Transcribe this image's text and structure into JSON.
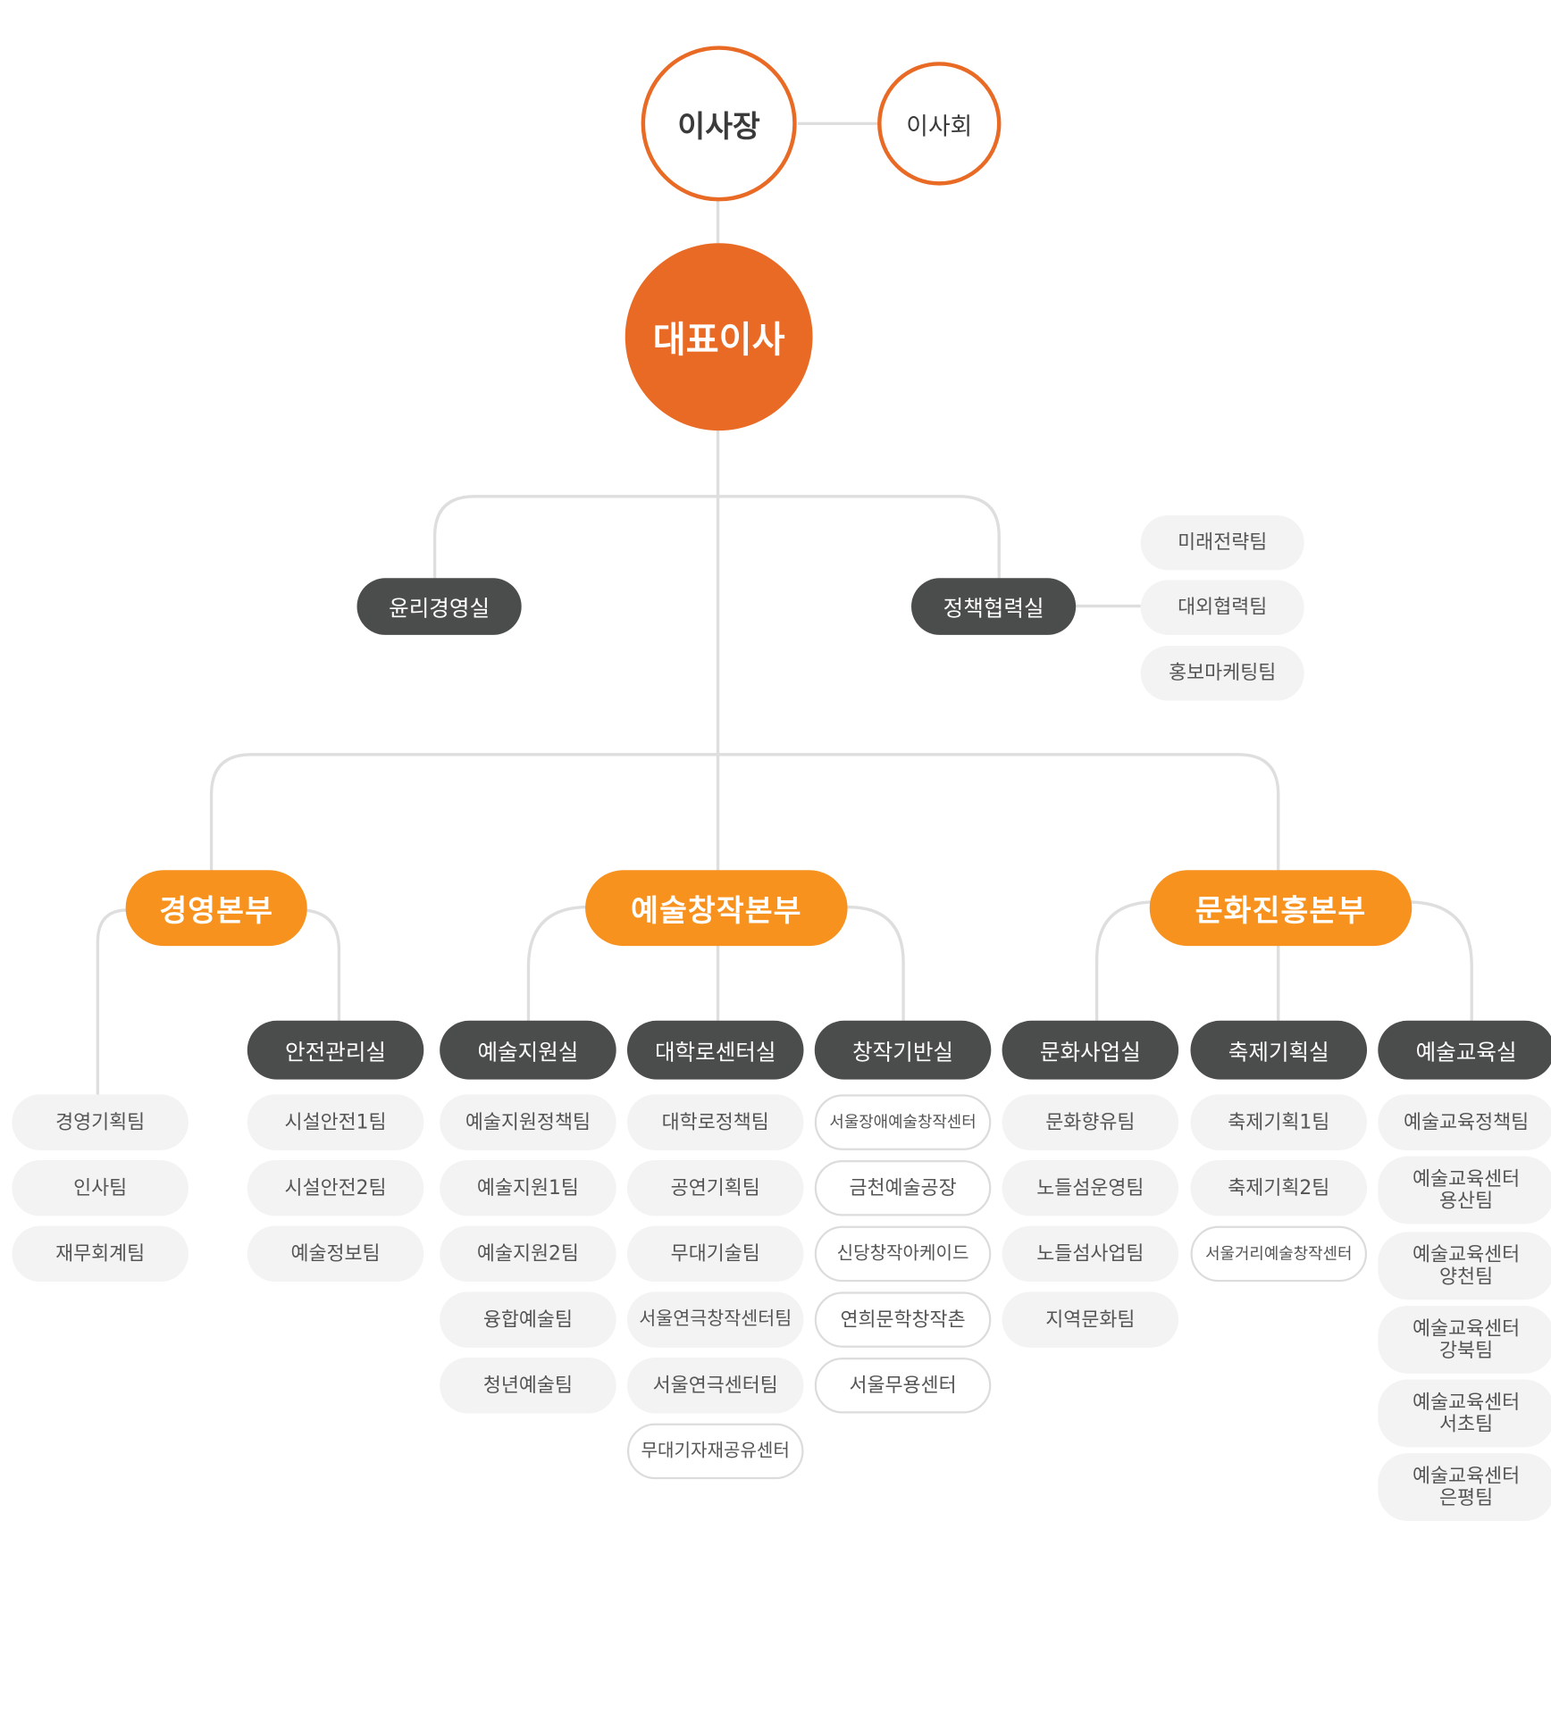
{
  "chairman": "이사장",
  "board": "이사회",
  "ceo": "대표이사",
  "staff_offices": {
    "ethics": "윤리경영실",
    "policy": "정책협력실",
    "policy_teams": [
      "미래전략팀",
      "대외협력팀",
      "홍보마케팅팀"
    ]
  },
  "divisions": [
    {
      "name": "경영본부",
      "direct_teams": [
        "경영기획팀",
        "인사팀",
        "재무회계팀"
      ],
      "offices": [
        {
          "name": "안전관리실",
          "teams": [
            "시설안전1팀",
            "시설안전2팀",
            "예술정보팀"
          ]
        }
      ]
    },
    {
      "name": "예술창작본부",
      "offices": [
        {
          "name": "예술지원실",
          "teams": [
            "예술지원정책팀",
            "예술지원1팀",
            "예술지원2팀",
            "융합예술팀",
            "청년예술팀"
          ]
        },
        {
          "name": "대학로센터실",
          "teams": [
            "대학로정책팀",
            "공연기획팀",
            "무대기술팀",
            "서울연극창작센터팀",
            "서울연극센터팀"
          ],
          "centers": [
            "무대기자재공유센터"
          ]
        },
        {
          "name": "창작기반실",
          "centers": [
            "서울장애예술창작센터",
            "금천예술공장",
            "신당창작아케이드",
            "연희문학창작촌",
            "서울무용센터"
          ]
        }
      ]
    },
    {
      "name": "문화진흥본부",
      "offices": [
        {
          "name": "문화사업실",
          "teams": [
            "문화향유팀",
            "노들섬운영팀",
            "노들섬사업팀",
            "지역문화팀"
          ]
        },
        {
          "name": "축제기획실",
          "teams": [
            "축제기획1팀",
            "축제기획2팀"
          ],
          "centers": [
            "서울거리예술창작센터"
          ]
        },
        {
          "name": "예술교육실",
          "teams": [
            "예술교육정책팀",
            "예술교육센터\n용산팀",
            "예술교육센터\n양천팀",
            "예술교육센터\n강북팀",
            "예술교육센터\n서초팀",
            "예술교육센터\n은평팀"
          ]
        }
      ]
    }
  ],
  "colors": {
    "accent": "#e96a24",
    "division": "#f7921e",
    "office": "#4b4d4c",
    "team_bg": "#f3f3f3",
    "line": "#dedede"
  }
}
